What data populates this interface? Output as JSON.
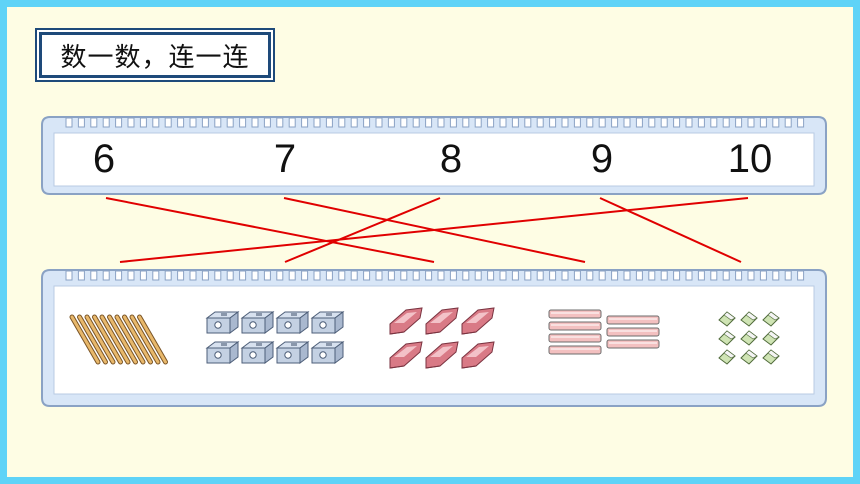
{
  "title": "数一数，连一连",
  "numbers": [
    "6",
    "7",
    "8",
    "9",
    "10"
  ],
  "items": [
    {
      "name": "pencils",
      "count": 10,
      "icon": "pencil-icon"
    },
    {
      "name": "pencil-sharpeners",
      "count": 8,
      "icon": "sharpener-icon"
    },
    {
      "name": "erasers",
      "count": 6,
      "icon": "eraser-icon"
    },
    {
      "name": "sticks",
      "count": 7,
      "icon": "stick-icon"
    },
    {
      "name": "small-erasers",
      "count": 9,
      "icon": "small-eraser-icon"
    }
  ],
  "colors": {
    "border": "#5fd3f7",
    "background": "#fefde4",
    "ruler": "#d8e6f7",
    "ruler_edge": "#8aa2c4",
    "line": "#e00000"
  }
}
